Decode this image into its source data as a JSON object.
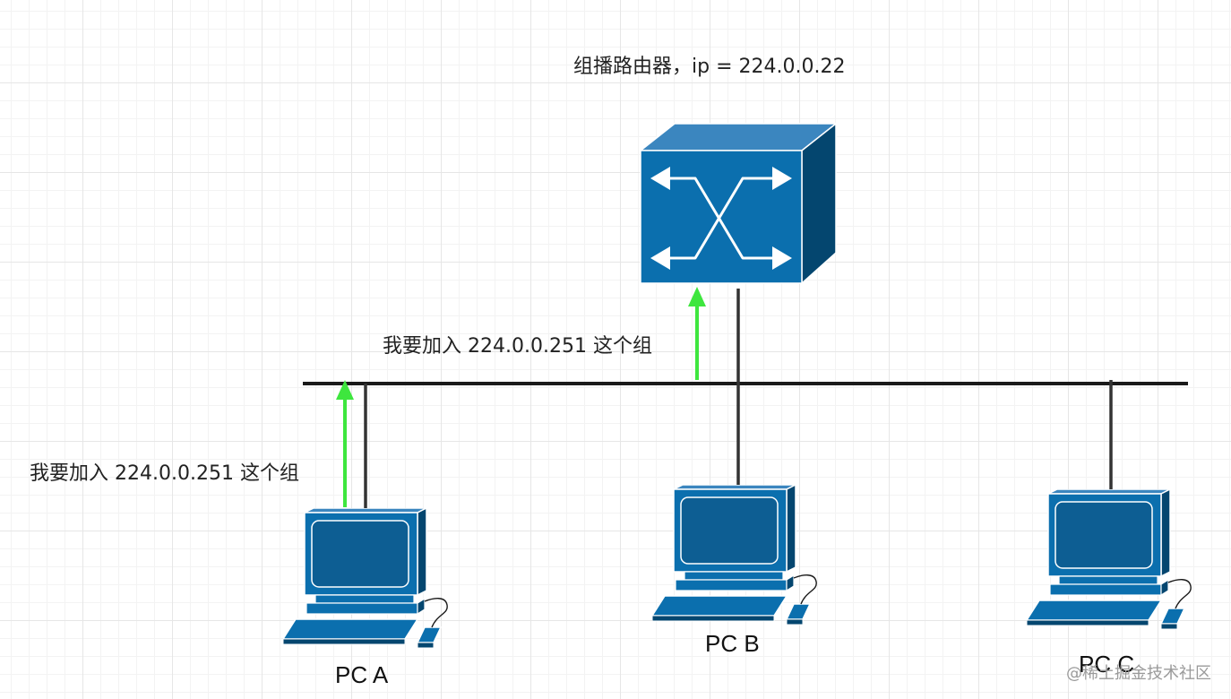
{
  "router": {
    "label": "组播路由器，ip = 224.0.0.22"
  },
  "join_messages": [
    {
      "text": "我要加入 224.0.0.251 这个组"
    },
    {
      "text": "我要加入 224.0.0.251 这个组"
    }
  ],
  "computers": [
    {
      "label": "PC A"
    },
    {
      "label": "PC B"
    },
    {
      "label": "PC C"
    }
  ],
  "watermark": "@稀土掘金技术社区",
  "colors": {
    "device_blue": "#0b6fae",
    "device_dark": "#05507e",
    "arrow_green": "#3ee63e",
    "line": "#1a1a1a"
  }
}
